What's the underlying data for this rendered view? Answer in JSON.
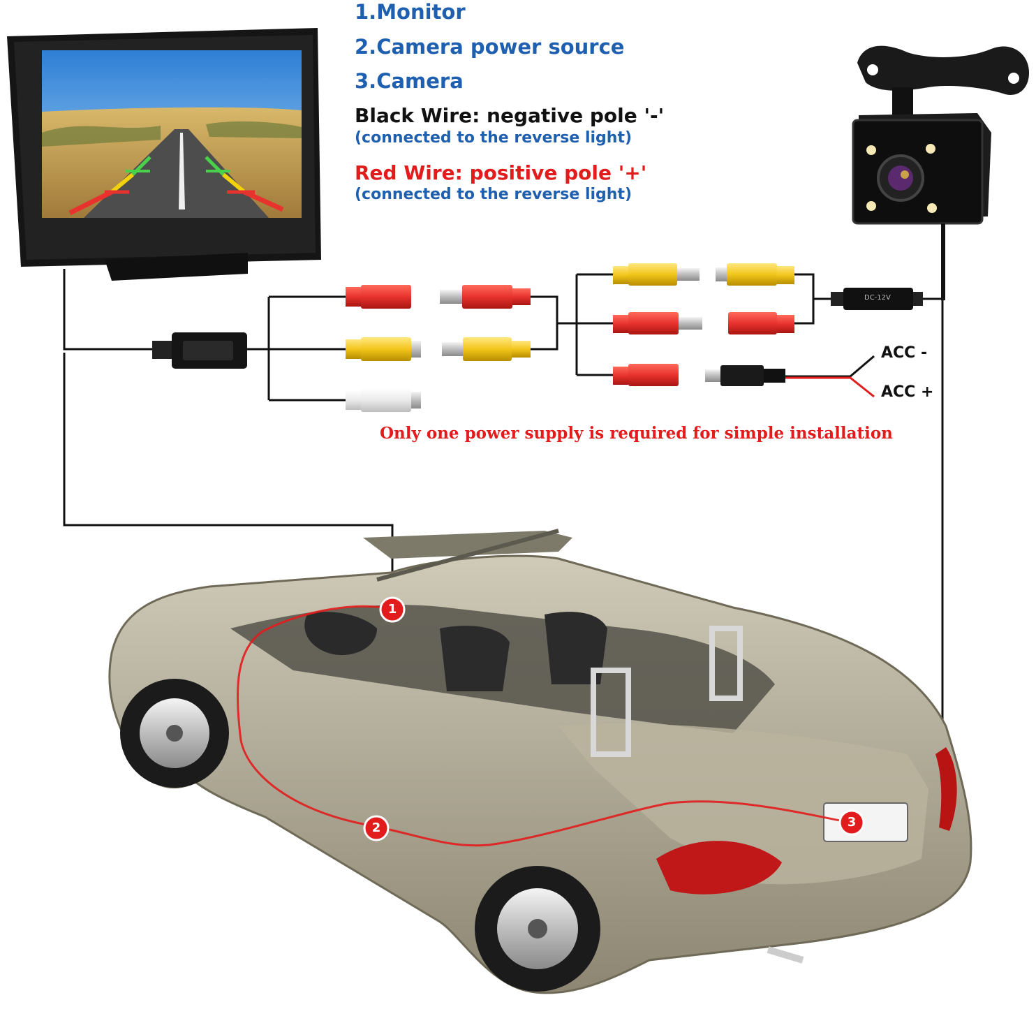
{
  "legend": {
    "item1": "1.Monitor",
    "item2": "2.Camera power source",
    "item3": "3.Camera",
    "black_wire": "Black Wire: negative pole '-'",
    "black_wire_note": "(connected to the reverse light)",
    "red_wire": "Red Wire: positive pole '+'",
    "red_wire_note": "(connected to the reverse light)"
  },
  "wiring": {
    "power_box_label": "DC-12V",
    "acc_minus": "ACC -",
    "acc_plus": "ACC +",
    "note": "Only one power supply is required for simple installation"
  },
  "markers": {
    "m1": "1",
    "m2": "2",
    "m3": "3"
  },
  "colors": {
    "legend_blue": "#1f5fb0",
    "wire_red": "#e21c1c",
    "rca_red": "#e8322e",
    "rca_yellow": "#f2c61b",
    "rca_white": "#eaeaea",
    "wire_black": "#111111",
    "car_body": "#a9a390"
  }
}
